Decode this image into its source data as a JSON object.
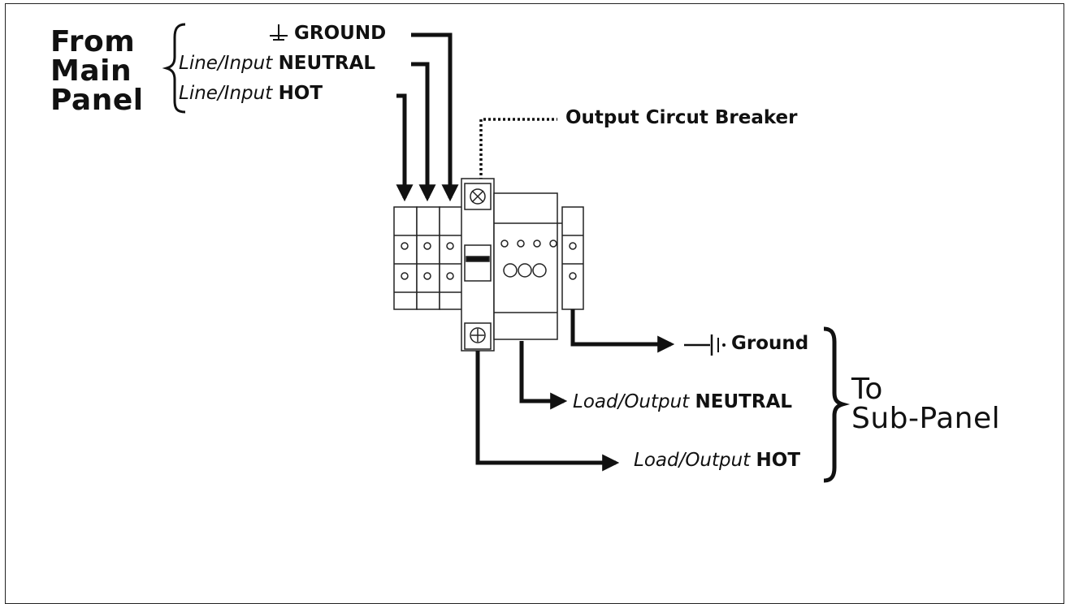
{
  "source": {
    "heading_line1": "From",
    "heading_line2": "Main",
    "heading_line3": "Panel",
    "ground_label": "GROUND",
    "neutral_prefix": "Line/Input",
    "neutral_label": "NEUTRAL",
    "hot_prefix": "Line/Input",
    "hot_label": "HOT"
  },
  "breaker_label": "Output Circut Breaker",
  "destination": {
    "heading_line1": "To",
    "heading_line2": "Sub-Panel",
    "ground_label": "Ground",
    "neutral_prefix": "Load/Output",
    "neutral_label": "NEUTRAL",
    "hot_prefix": "Load/Output",
    "hot_label": "HOT"
  },
  "icons": [
    "ground-symbol-icon",
    "ground-connection-icon"
  ],
  "colors": {
    "line": "#111111",
    "background": "#ffffff"
  }
}
